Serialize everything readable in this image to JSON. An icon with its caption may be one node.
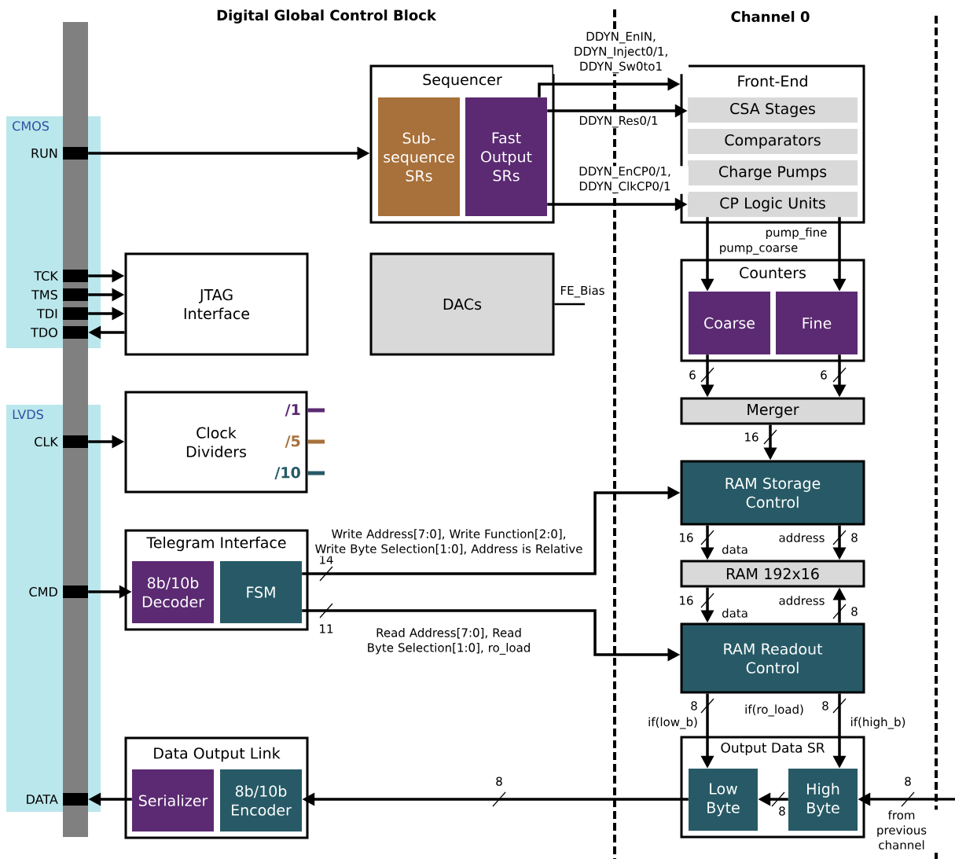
{
  "diagram": {
    "nodes": [
      {
        "text": [
          "CMOS"
        ]
      },
      {
        "text": [
          "RUN"
        ],
        "in": 0
      },
      {
        "text": [
          "TCK"
        ],
        "in": 0
      },
      {
        "text": [
          "TMS"
        ],
        "in": 0
      },
      {
        "text": [
          "TDI"
        ],
        "in": 0
      },
      {
        "text": [
          "TDO"
        ],
        "in": 0
      },
      {
        "text": [
          "LVDS"
        ]
      },
      {
        "text": [
          "CLK"
        ],
        "in": 6
      },
      {
        "text": [
          "CMD"
        ],
        "in": 6
      },
      {
        "text": [
          "DATA"
        ],
        "in": 6
      },
      {
        "text": [
          "Sequencer"
        ]
      },
      {
        "text": [
          "Sub-sequence SRs"
        ],
        "in": 10
      },
      {
        "text": [
          "Fast Output SRs"
        ],
        "in": 10
      },
      {
        "text": [
          "JTAG Interface"
        ]
      },
      {
        "text": [
          "DACs"
        ]
      },
      {
        "text": [
          "Clock Dividers"
        ]
      },
      {
        "text": [
          "Telegram Interface"
        ]
      },
      {
        "text": [
          "8b/10b Decoder"
        ],
        "in": 16
      },
      {
        "text": [
          "FSM"
        ],
        "in": 16
      },
      {
        "text": [
          "Data Output Link"
        ]
      },
      {
        "text": [
          "Serializer"
        ],
        "in": 19
      },
      {
        "text": [
          "8b/10b Encoder"
        ],
        "in": 19
      },
      {
        "text": [
          "Front-End"
        ]
      },
      {
        "text": [
          "CSA Stages"
        ],
        "in": 22
      },
      {
        "text": [
          "Comparators"
        ],
        "in": 22
      },
      {
        "text": [
          "Charge Pumps"
        ],
        "in": 22
      },
      {
        "text": [
          "CP Logic Units"
        ],
        "in": 22
      },
      {
        "text": [
          "Counters"
        ]
      },
      {
        "text": [
          "Coarse"
        ],
        "in": 27
      },
      {
        "text": [
          "Fine"
        ],
        "in": 27
      },
      {
        "text": [
          "Merger"
        ]
      },
      {
        "text": [
          "RAM Storage Control"
        ]
      },
      {
        "text": [
          "RAM 192x16"
        ]
      },
      {
        "text": [
          "RAM Readout Control"
        ]
      },
      {
        "text": [
          "Output Data SR"
        ]
      },
      {
        "text": [
          "Low Byte"
        ],
        "in": 34
      },
      {
        "text": [
          "High Byte"
        ],
        "in": 34
      }
    ],
    "edges": [
      {
        "from": 1,
        "to": 10,
        "arrow": "to"
      },
      {
        "from": 2,
        "to": 13,
        "arrow": "to"
      },
      {
        "from": 3,
        "to": 13,
        "arrow": "to"
      },
      {
        "from": 4,
        "to": 13,
        "arrow": "to"
      },
      {
        "from": 13,
        "to": 5,
        "arrow": "to"
      },
      {
        "from": 7,
        "to": 15,
        "arrow": "to"
      },
      {
        "from": 8,
        "to": 17,
        "arrow": "to"
      },
      {
        "from": 20,
        "to": 9,
        "arrow": "to"
      },
      {
        "from": 35,
        "to": 21,
        "arrow": "to",
        "label": "8"
      },
      {
        "from": 12,
        "to": 22,
        "arrow": "to",
        "label": "DDYN_EnIN, DDYN_Inject0/1, DDYN_Sw0to1"
      },
      {
        "from": 12,
        "to": 23,
        "arrow": "to",
        "label": "DDYN_Res0/1"
      },
      {
        "from": 12,
        "to": 26,
        "arrow": "to",
        "label": "DDYN_EnCP0/1, DDYN_ClkCP0/1"
      },
      {
        "from": 14,
        "to": null,
        "arrow": "none",
        "label": "FE_Bias"
      },
      {
        "from": 15,
        "to": null,
        "arrow": "none",
        "label": "/1",
        "color": "#5b2a72"
      },
      {
        "from": 15,
        "to": null,
        "arrow": "none",
        "label": "/5",
        "color": "#a8703a"
      },
      {
        "from": 15,
        "to": null,
        "arrow": "none",
        "label": "/10",
        "color": "#275a66"
      },
      {
        "from": 26,
        "to": 28,
        "arrow": "to",
        "label": "pump_coarse"
      },
      {
        "from": 26,
        "to": 29,
        "arrow": "to",
        "label": "pump_fine"
      },
      {
        "from": 28,
        "to": 30,
        "arrow": "to",
        "label": "6"
      },
      {
        "from": 29,
        "to": 30,
        "arrow": "to",
        "label": "6"
      },
      {
        "from": 30,
        "to": 31,
        "arrow": "to",
        "label": "16"
      },
      {
        "from": 18,
        "to": 31,
        "arrow": "to",
        "label": "14"
      },
      {
        "from": 18,
        "to": 33,
        "arrow": "to",
        "label": "11"
      },
      {
        "from": 31,
        "to": 32,
        "arrow": "to",
        "label": "16"
      },
      {
        "from": 31,
        "to": 32,
        "arrow": "to",
        "label": "8"
      },
      {
        "from": 32,
        "to": 33,
        "arrow": "to",
        "label": "16"
      },
      {
        "from": 33,
        "to": 32,
        "arrow": "to",
        "label": "8"
      },
      {
        "from": 33,
        "to": 35,
        "arrow": "to",
        "label": "8"
      },
      {
        "from": 33,
        "to": 36,
        "arrow": "to",
        "label": "8"
      },
      {
        "from": 36,
        "to": 35,
        "arrow": "to",
        "label": "8"
      },
      {
        "from": null,
        "to": 36,
        "arrow": "to",
        "label": "8"
      }
    ],
    "labels": [
      "Digital Global Control Block",
      "Channel 0",
      "Write Address[7:0], Write Function[2:0], Write Byte Selection[1:0], Address is Relative",
      "Read Address[7:0], Read Byte Selection[1:0], ro_load",
      "data",
      "address",
      "data",
      "address",
      "if(low_b)",
      "if(ro_load)",
      "if(high_b)",
      "from previous channel"
    ]
  }
}
